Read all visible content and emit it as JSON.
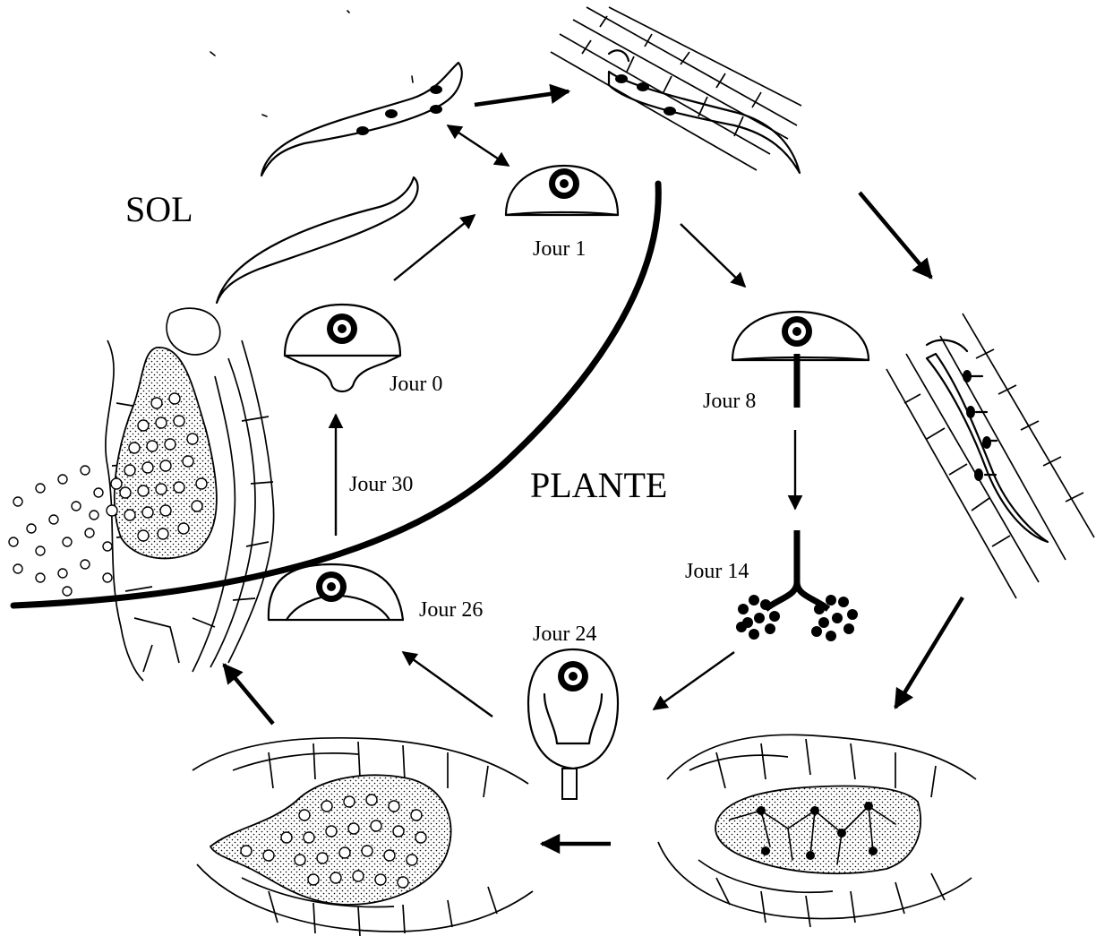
{
  "regions": {
    "soil": "SOL",
    "plant": "PLANTE"
  },
  "stages": {
    "day0": "Jour 0",
    "day1": "Jour 1",
    "day8": "Jour 8",
    "day14": "Jour 14",
    "day24": "Jour 24",
    "day26": "Jour 26",
    "day30": "Jour 30"
  }
}
